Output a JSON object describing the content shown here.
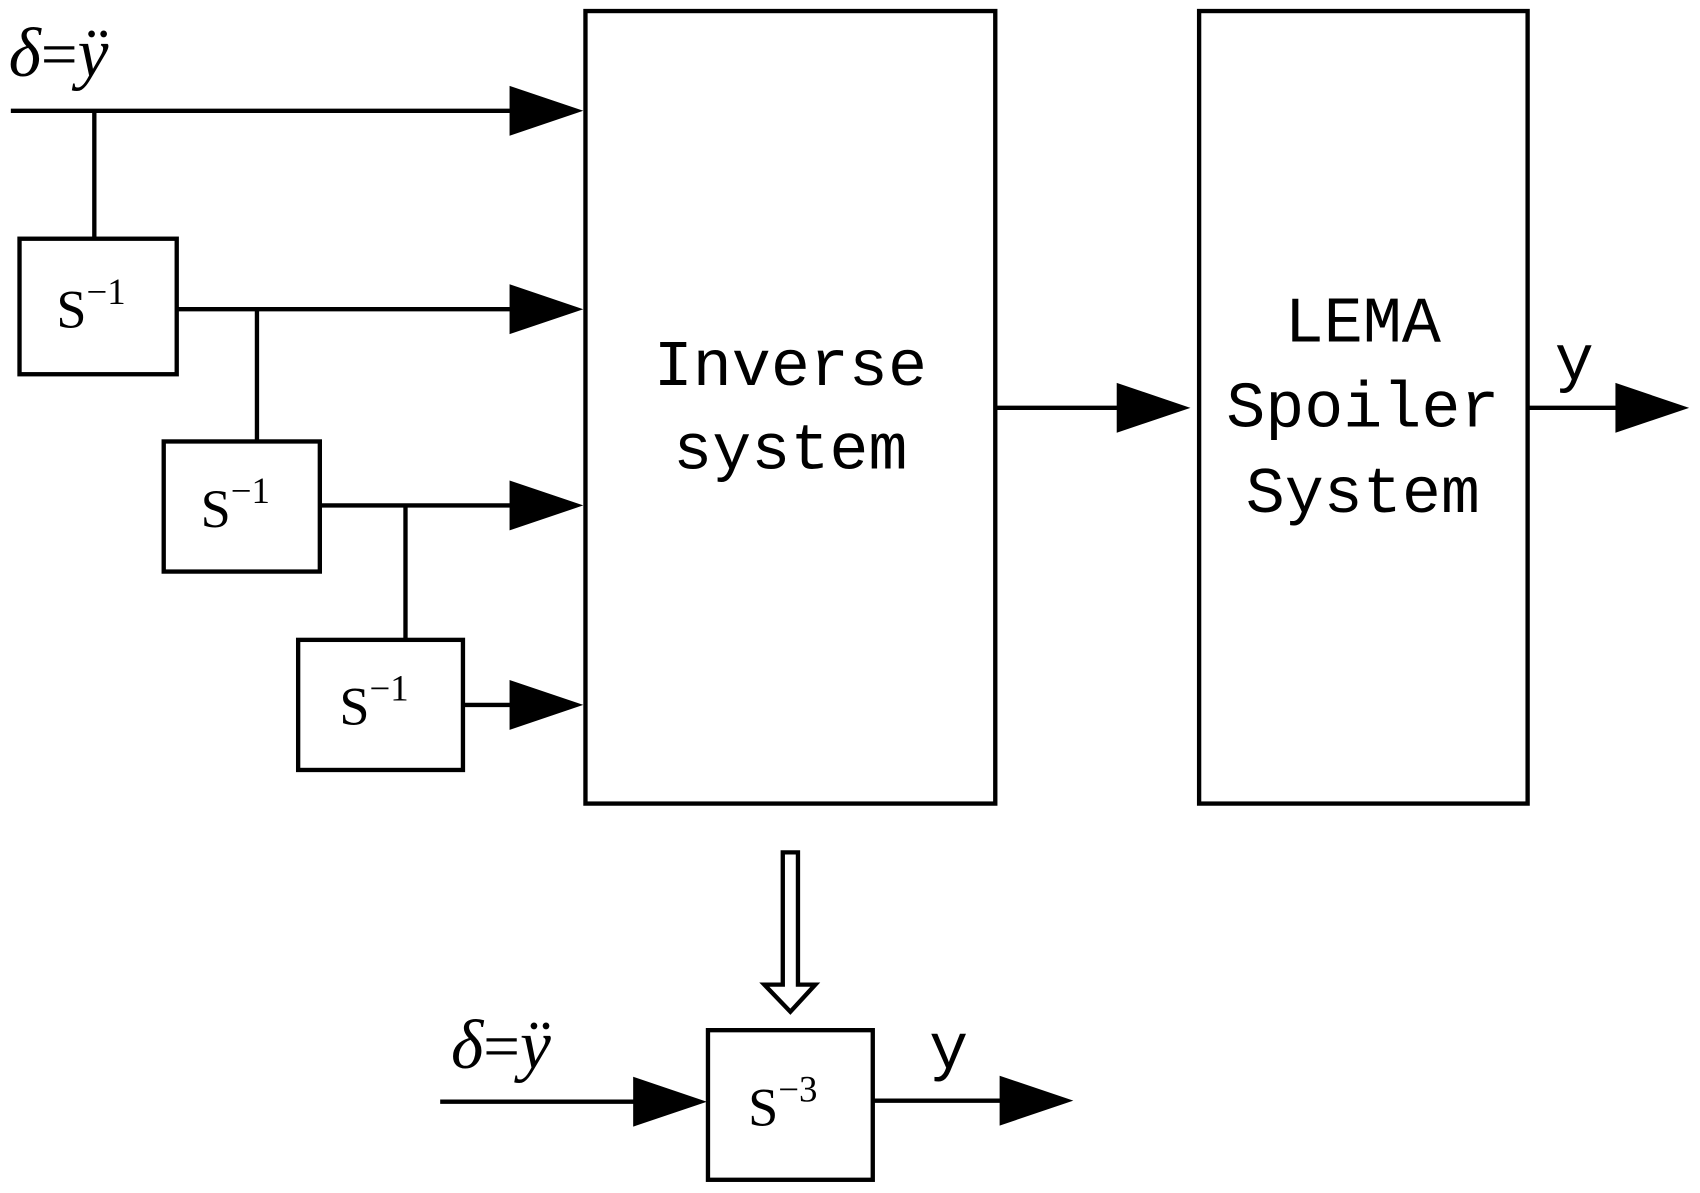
{
  "input_label": {
    "lhs": "δ",
    "eq": "=",
    "rhs": "ÿ"
  },
  "integrator_label": {
    "base": "S",
    "exp": "−1"
  },
  "inverse_system": {
    "line1": "Inverse",
    "line2": "system"
  },
  "plant": {
    "line1": "LEMA",
    "line2": "Spoiler",
    "line3": "System"
  },
  "output_label": "y",
  "result": {
    "input_label": {
      "lhs": "δ",
      "eq": "=",
      "rhs": "ÿ"
    },
    "block": {
      "base": "S",
      "exp": "−3"
    },
    "output_label": "y"
  }
}
